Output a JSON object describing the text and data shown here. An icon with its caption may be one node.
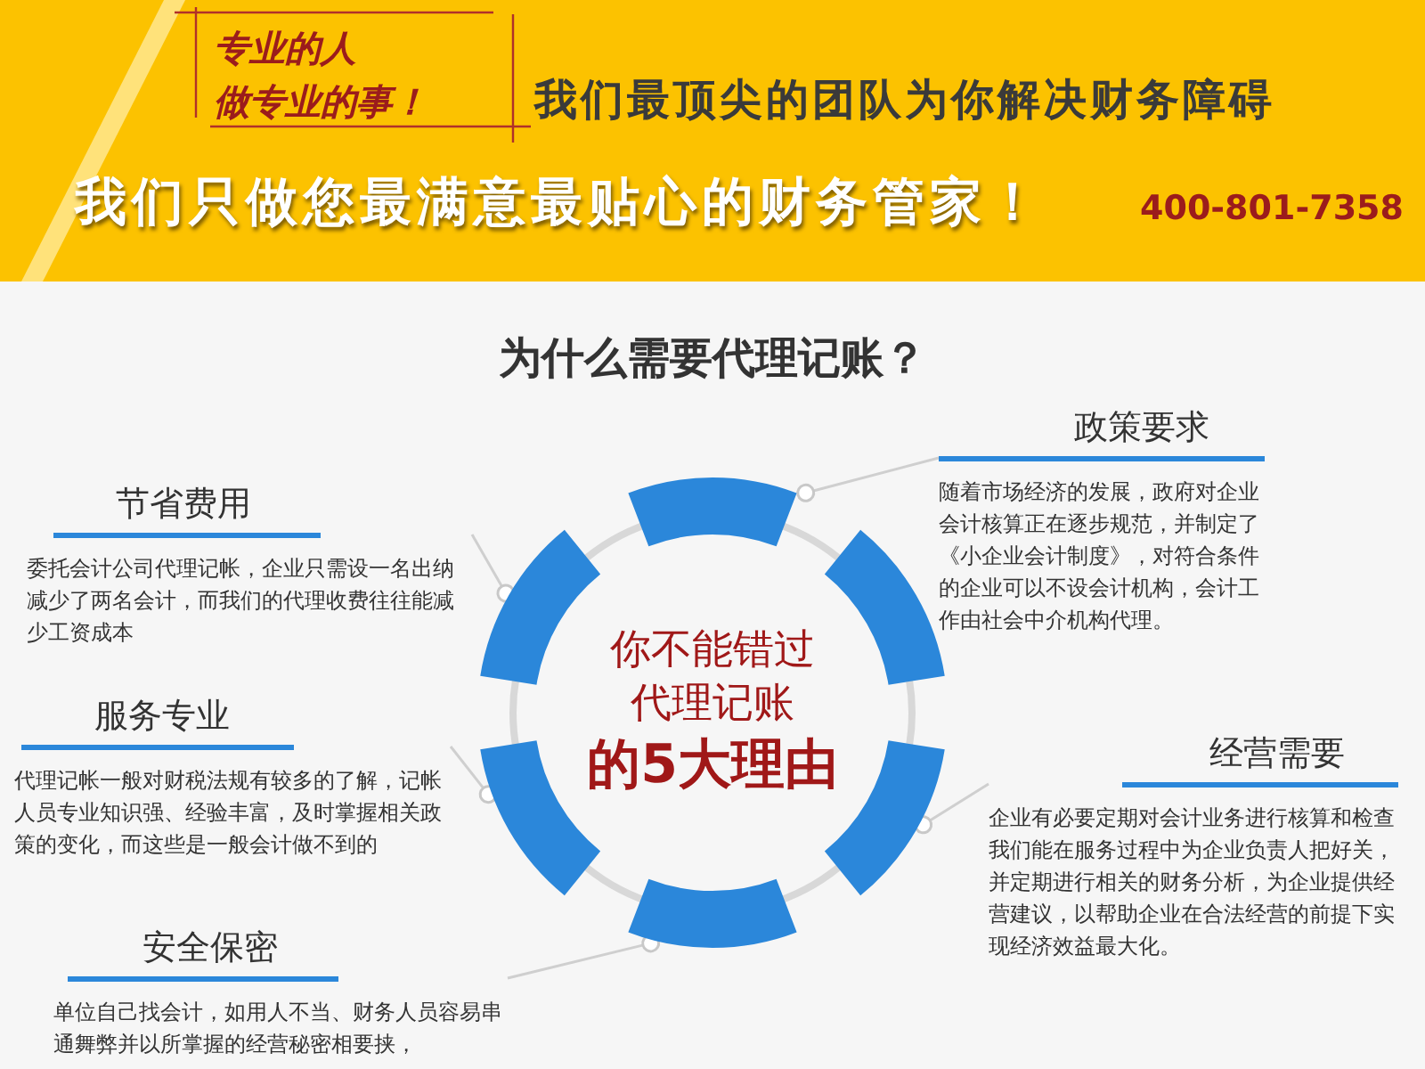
{
  "diagram": {
    "title": "为什么需要代理记账？",
    "nodes": [
      {
        "text": [
          "政策要求",
          "随着市场经济的发展，政府对企业会计核算正在逐步规范，并制定了《小企业会计制度》，对符合条件的企业可以不设会计机构，会计工作由社会中介机构代理。"
        ]
      },
      {
        "text": [
          "节省费用",
          "委托会计公司代理记帐，企业只需设一名出纳减少了两名会计，而我们的代理收费往往能减少工资成本"
        ]
      },
      {
        "text": [
          "你不能错过代理记账",
          "的5大理由"
        ]
      },
      {
        "text": [
          "服务专业",
          "代理记帐一般对财税法规有较多的了解，记帐人员专业知识强、经验丰富，及时掌握相关政策的变化，而这些是一般会计做不到的"
        ]
      },
      {
        "text": [
          "经营需要",
          "企业有必要定期对会计业务进行核算和检查我们能在服务过程中为企业负责人把好关，并定期进行相关的财务分析，为企业提供经营建议，以帮助企业在合法经营的前提下实现经济效益最大化。"
        ]
      },
      {
        "text": [
          "安全保密",
          "单位自己找会计，如用人不当、财务人员容易串通舞弊并以所掌握的经营秘密相要挟，"
        ]
      }
    ],
    "edges": [
      {
        "from": 0,
        "to": 2,
        "arrow": "other"
      },
      {
        "from": 1,
        "to": 2,
        "arrow": "other"
      },
      {
        "from": 3,
        "to": 2,
        "arrow": "other"
      },
      {
        "from": 4,
        "to": 2,
        "arrow": "other"
      },
      {
        "from": 5,
        "to": 2,
        "arrow": "other"
      }
    ],
    "labels": [
      "专业的人做专业的事！",
      "我们最顶尖的团队为你解决财务障碍",
      "我们只做您最满意最贴心的财务管家！",
      "400-801-7358"
    ]
  }
}
